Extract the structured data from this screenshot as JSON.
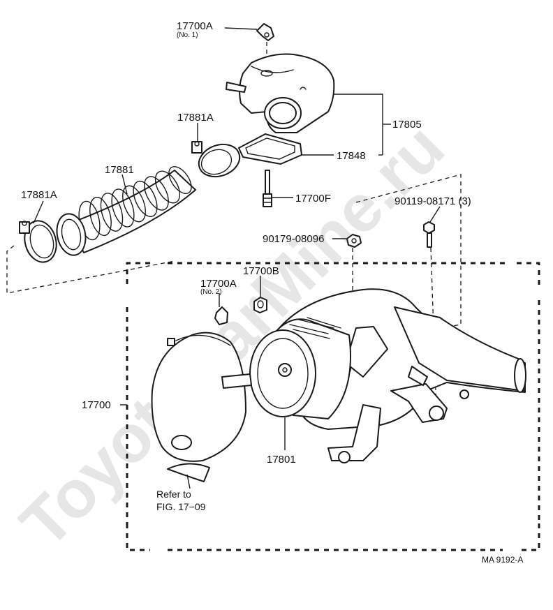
{
  "watermark": "ToyotaCarMine.ru",
  "drawing_code": "MA 9192-A",
  "labels": {
    "p17700A_no1": "17700A",
    "p17700A_no1_note": "(No. 1)",
    "p17805": "17805",
    "p17848": "17848",
    "p17881A_top": "17881A",
    "p17881": "17881",
    "p17881A_left": "17881A",
    "p17700F": "17700F",
    "p90119": "90119-08171 (3)",
    "p90179": "90179-08096",
    "p17700B": "17700B",
    "p17700A_no2": "17700A",
    "p17700A_no2_note": "(No. 2)",
    "p17700": "17700",
    "p17801": "17801",
    "refer_line1": "Refer to",
    "refer_line2": "FIG. 17−09"
  }
}
